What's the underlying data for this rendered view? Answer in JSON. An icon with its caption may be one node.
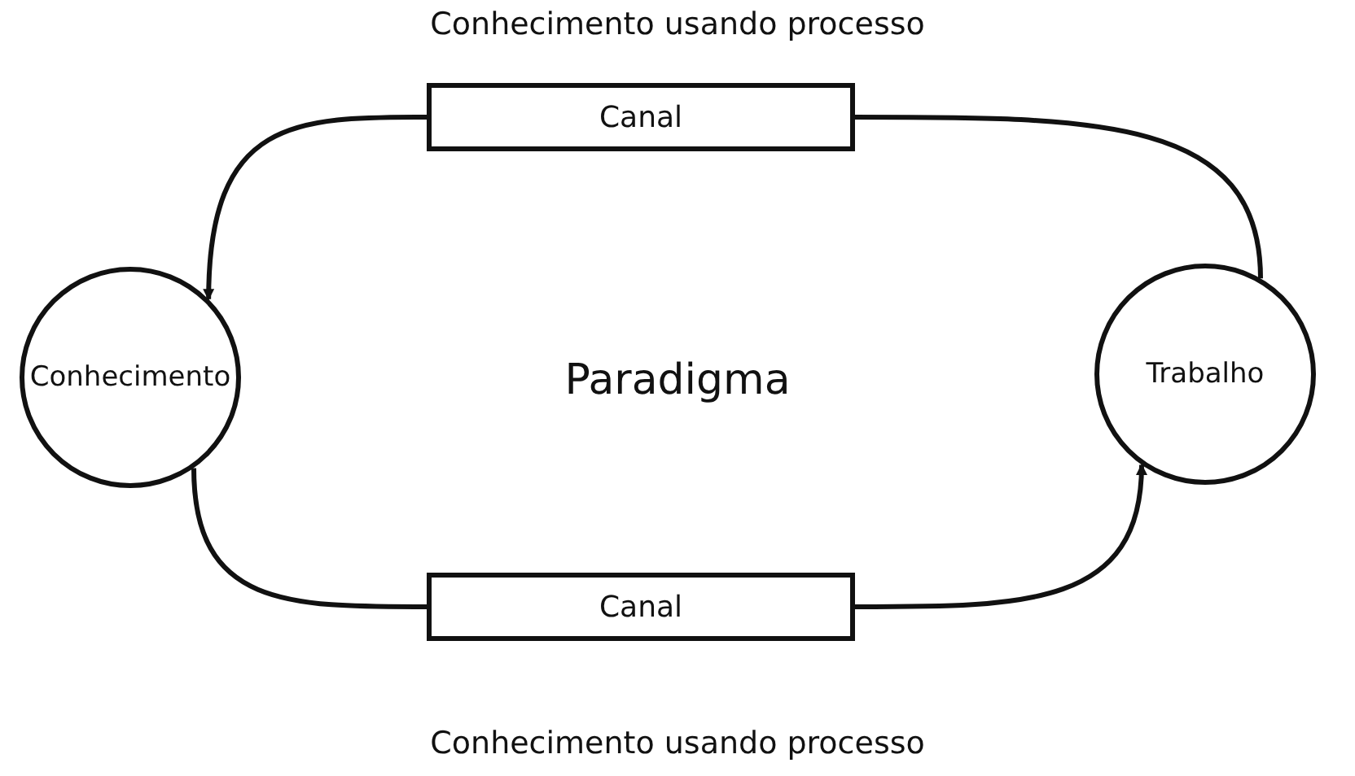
{
  "diagram": {
    "nodes": [
      {
        "text": [
          "Conhecimento"
        ]
      },
      {
        "text": [
          "Trabalho"
        ]
      },
      {
        "text": [
          "Canal"
        ]
      },
      {
        "text": [
          "Canal"
        ]
      }
    ],
    "edges": [
      {
        "from": 1,
        "to": 2,
        "arrow": "none"
      },
      {
        "from": 2,
        "to": 0,
        "arrow": "to"
      },
      {
        "from": 0,
        "to": 3,
        "arrow": "none"
      },
      {
        "from": 3,
        "to": 1,
        "arrow": "to"
      }
    ],
    "labels": [
      "Conhecimento usando processo",
      "Paradigma",
      "Conhecimento usando processo"
    ]
  }
}
